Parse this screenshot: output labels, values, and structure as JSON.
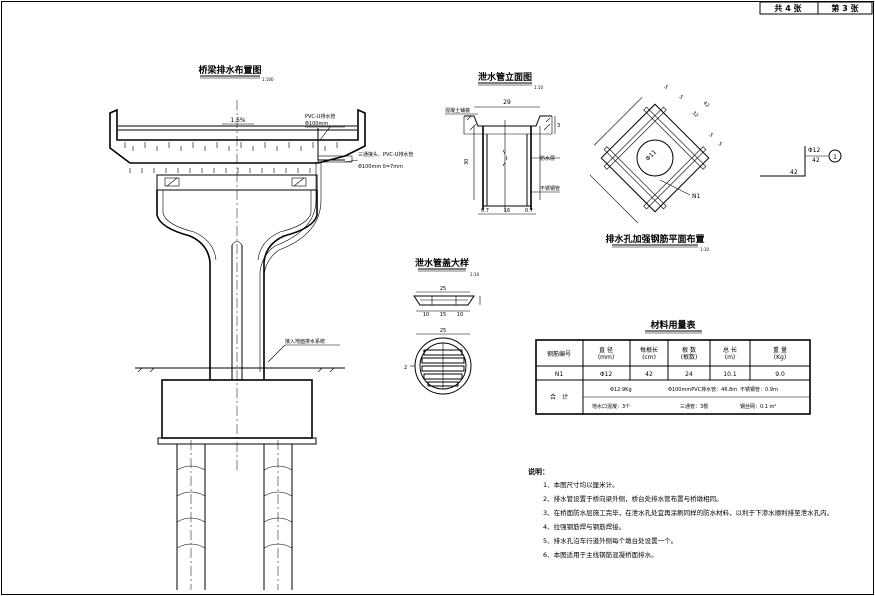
{
  "sheet": {
    "total_label": "共 4 张",
    "page_label": "第 3 张"
  },
  "layout_view": {
    "title": "桥梁排水布置图",
    "scale": "1:100",
    "slope": "1.5%",
    "label_pvc_pipe_1": "PVC-U排水管",
    "label_pvc_pipe_2": "Φ100mm",
    "label_tee_1": "三通接头、PVC-U排水管",
    "label_tee_2": "Φ100mm δ=7mm",
    "label_ground_drain": "接入地面排水系统"
  },
  "elevation_view": {
    "title": "泄水管立面图",
    "scale": "1:10",
    "dims": [
      "29",
      "3",
      "30",
      "0.7",
      "16",
      "0.7"
    ],
    "label_concrete": "混凝土铺装",
    "label_waterproof": "防水层",
    "label_steel_pipe": "不锈钢管"
  },
  "plan_view": {
    "title": "排水孔加强钢筋平面布置",
    "scale": "1:10",
    "dims": [
      "5",
      "5",
      "32",
      "42",
      "5",
      "5"
    ],
    "circle_label": "Φ11",
    "mark": "N1",
    "bar_callout": "Φ12",
    "bar_length_top": "42",
    "bar_length_bottom": "42",
    "bar_number": "1"
  },
  "cover_detail": {
    "title": "泄水管盖大样",
    "scale": "1:10",
    "dims_top": [
      "25",
      "10",
      "15",
      "10"
    ],
    "dim_plan": "25",
    "dim_side": "2"
  },
  "material_table": {
    "title": "材料用量表",
    "headers": [
      "钢筋编号",
      "直 径\n(mm)",
      "每根长\n(cm)",
      "根 数\n(根数)",
      "总 长\n(m)",
      "重 量\n(Kg)"
    ],
    "rows": [
      [
        "N1",
        "Φ12",
        "42",
        "24",
        "10.1",
        "9.0"
      ]
    ],
    "total_label": "合　计",
    "total_line1_a": "Φ12:9Kg",
    "total_line1_b": "Φ100mmPVC排水管：46.8m",
    "total_line1_c": "不锈钢管：0.9m",
    "total_line2_a": "地水口混凝：3个",
    "total_line2_b": "三通管：3根",
    "total_line2_c": "钢丝网：0.1 m²"
  },
  "notes": {
    "heading": "说明：",
    "items": [
      "1、本图尺寸均以厘米计。",
      "2、排水管设置于桥向梁外侧，桥台处排水管布置与桥墩相同。",
      "3、在桥面防水层施工完毕，在泄水孔处宜再涂刷同样的防水材料，以利于下渗水顺利排至泄水孔内。",
      "4、拉强钢筋焊与钢筋焊接。",
      "5、排水孔沿车行道外侧每个墩台处设置一个。",
      "6、本图适用于主线钢筋混凝桥面排水。"
    ]
  }
}
